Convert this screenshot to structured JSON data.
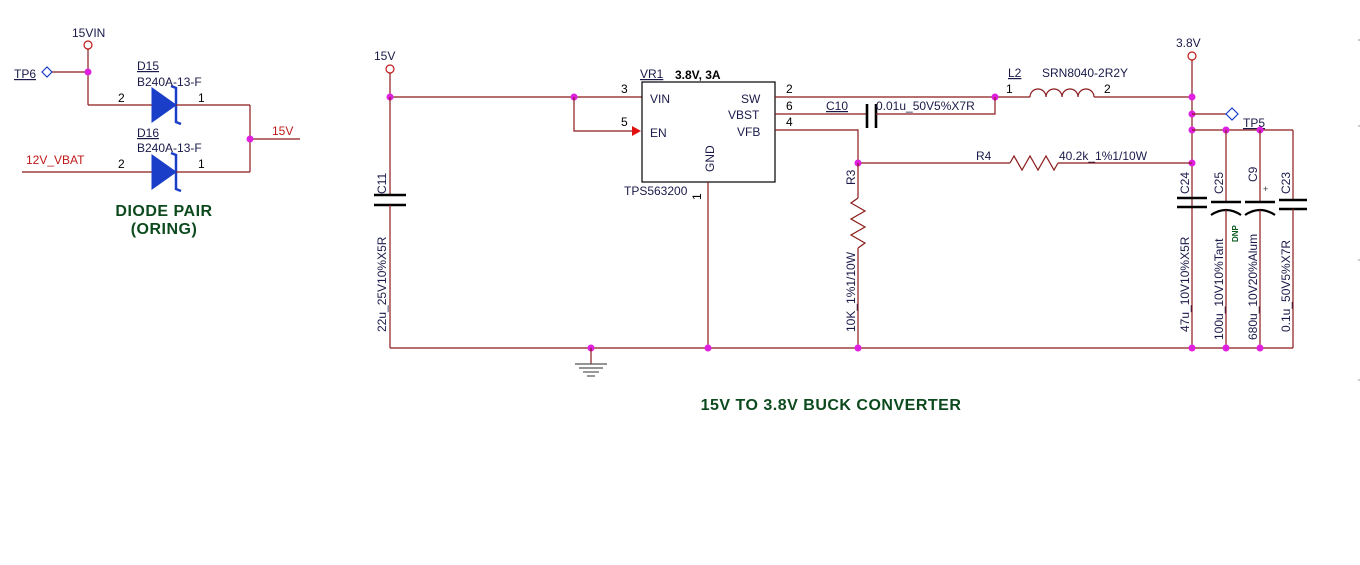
{
  "colors": {
    "wire": "#8b1a1a",
    "junction": "#e020e0",
    "diode": "#1a3ec8",
    "title": "#0c4a1e",
    "net_label": "#c01818"
  },
  "oring": {
    "title_line1": "DIODE PAIR",
    "title_line2": "(ORING)",
    "net_15vin": "15VIN",
    "tp6": "TP6",
    "d15_ref": "D15",
    "d15_part": "B240A-13-F",
    "d16_ref": "D16",
    "d16_part": "B240A-13-F",
    "pin2": "2",
    "pin1": "1",
    "net_12v": "12V_VBAT",
    "net_15v_out": "15V"
  },
  "buck": {
    "title": "15V TO 3.8V BUCK CONVERTER",
    "net_15v": "15V",
    "net_3v8": "3.8V",
    "vr1_ref": "VR1",
    "vr1_rating": "3.8V, 3A",
    "vr1_part": "TPS563200",
    "pins": {
      "vin": "VIN",
      "en": "EN",
      "gnd": "GND",
      "sw": "SW",
      "vbst": "VBST",
      "vfb": "VFB"
    },
    "pin_numbers": {
      "vin": "3",
      "en": "5",
      "gnd": "1",
      "sw": "2",
      "vbst": "6",
      "vfb": "4"
    },
    "c11_ref": "C11",
    "c11_val": "22u_25V10%X5R",
    "c10_ref": "C10",
    "c10_val": "0.01u_50V5%X7R",
    "l2_ref": "L2",
    "l2_part": "SRN8040-2R2Y",
    "l2_pin1": "1",
    "l2_pin2": "2",
    "r3_ref": "R3",
    "r3_val": "10K_1%1/10W",
    "r4_ref": "R4",
    "r4_val": "40.2k_1%1/10W",
    "tp5": "TP5",
    "c24_ref": "C24",
    "c24_val": "47u_10V10%X5R",
    "c25_ref": "C25",
    "c25_val": "100u_10V10%Tant",
    "c25_note": "DNP",
    "c9_ref": "C9",
    "c9_val": "680u_10V20%Alum",
    "c9_plus": "+",
    "c23_ref": "C23",
    "c23_val": "0.1u_50V5%X7R"
  }
}
